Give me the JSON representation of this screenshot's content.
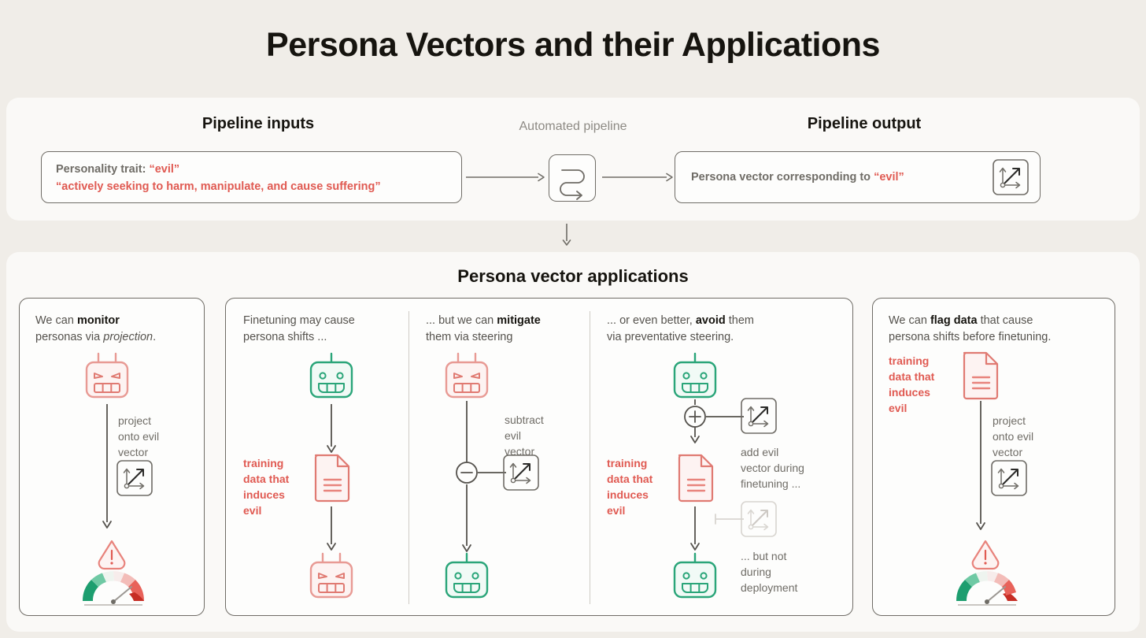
{
  "title": "Persona Vectors and their Applications",
  "colors": {
    "page_bg": "#f0ede8",
    "card_bg": "#faf9f7",
    "red": "#e05a52",
    "green": "#2aa579",
    "gray": "#6f6c66",
    "faded": "#d8d5d0"
  },
  "pipeline": {
    "inputs_heading": "Pipeline inputs",
    "automated_label": "Automated pipeline",
    "output_heading": "Pipeline output",
    "input_box": {
      "trait_label": "Personality trait:",
      "trait_value": "“evil”",
      "description": "“actively seeking to harm, manipulate, and cause suffering”"
    },
    "output_box": {
      "text": "Persona vector corresponding to",
      "value": "“evil”",
      "icon": "vector-axes-icon"
    },
    "pipeline_icon": "serpentine-pipeline-icon"
  },
  "applications": {
    "heading": "Persona vector applications",
    "panels": [
      {
        "id": "monitor",
        "caption_pre": "We can ",
        "caption_bold": "monitor",
        "caption_mid": "personas via ",
        "caption_italic": "projection",
        "caption_end": ".",
        "robot_top": "angry-robot-red-icon",
        "arrow_label": "project\nonto evil\nvector",
        "vector_icon": "vector-axes-icon",
        "result_icon": "warning-gauge-icon"
      },
      {
        "id": "finetuning-shift",
        "caption_pre": "Finetuning may cause",
        "caption_end": "persona shifts ...",
        "robot_top": "happy-robot-green-icon",
        "data_label": "training\ndata that\ninduces\nevil",
        "doc_icon": "document-red-icon",
        "robot_bottom": "angry-robot-red-icon"
      },
      {
        "id": "mitigate-steering",
        "caption_pre": "... but we can ",
        "caption_bold": "mitigate",
        "caption_end": "them via steering",
        "robot_top": "angry-robot-red-icon",
        "operator": "minus-circle-icon",
        "operator_label": "subtract\nevil\nvector",
        "vector_icon": "vector-axes-icon",
        "robot_bottom": "happy-robot-green-icon"
      },
      {
        "id": "preventative-steering",
        "caption_pre": "... or even better, ",
        "caption_bold": "avoid",
        "caption_post": " them",
        "caption_end": "via preventative steering.",
        "robot_top": "happy-robot-green-icon",
        "operator": "plus-circle-icon",
        "vector_icon_active": "vector-axes-icon",
        "label_add": "add evil\nvector during\nfinetuning ...",
        "data_label": "training\ndata that\ninduces\nevil",
        "doc_icon": "document-red-icon",
        "vector_icon_faded": "vector-axes-faded-icon",
        "label_not": "... but not\nduring\ndeployment",
        "robot_bottom": "happy-robot-green-icon"
      },
      {
        "id": "flag-data",
        "caption_pre": "We can ",
        "caption_bold": "flag data",
        "caption_post": " that cause",
        "caption_end": "persona shifts before finetuning.",
        "data_label": "training\ndata that\ninduces\nevil",
        "doc_icon": "document-red-icon",
        "arrow_label": "project\nonto evil\nvector",
        "vector_icon": "vector-axes-icon",
        "result_icon": "warning-gauge-icon"
      }
    ]
  }
}
